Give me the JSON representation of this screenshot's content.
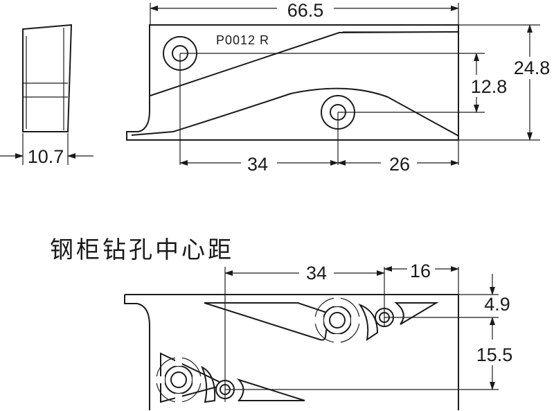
{
  "part_label": "P0012 R",
  "section_title": "钢柜钻孔中心距",
  "dimensions": {
    "overall_length": "66.5",
    "overall_height": "24.8",
    "hole_vertical_offset": "12.8",
    "left_to_hole": "34",
    "hole_to_right": "26",
    "side_thickness": "10.7",
    "drill_spacing": "34",
    "drill_to_edge": "16",
    "top_offset": "4.9",
    "vertical_spacing": "15.5"
  }
}
